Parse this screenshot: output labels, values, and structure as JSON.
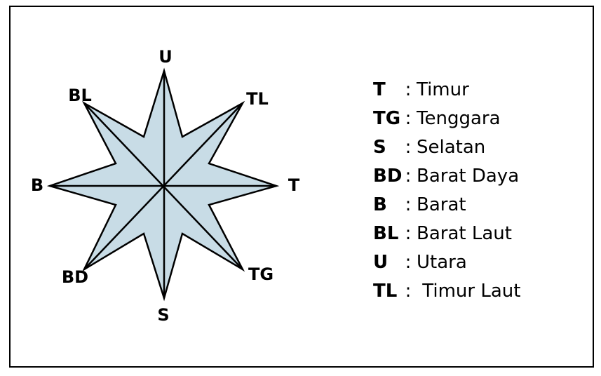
{
  "diagram": {
    "colors": {
      "star_fill": "#c8dce6",
      "star_stroke": "#000000",
      "border": "#000000"
    },
    "directions": {
      "U": "U",
      "TL": "TL",
      "T": "T",
      "TG": "TG",
      "S": "S",
      "BD": "BD",
      "B": "B",
      "BL": "BL"
    },
    "legend": [
      {
        "abbr": "T",
        "colon": ":",
        "name": "Timur"
      },
      {
        "abbr": "TG",
        "colon": ":",
        "name": "Tenggara"
      },
      {
        "abbr": "S",
        "colon": ":",
        "name": "Selatan"
      },
      {
        "abbr": "BD",
        "colon": ":",
        "name": "Barat Daya"
      },
      {
        "abbr": "B",
        "colon": ":",
        "name": "Barat"
      },
      {
        "abbr": "BL",
        "colon": ":",
        "name": "Barat Laut"
      },
      {
        "abbr": "U",
        "colon": ":",
        "name": "Utara"
      },
      {
        "abbr": "TL",
        "colon": ":",
        "name": " Timur Laut"
      }
    ]
  }
}
